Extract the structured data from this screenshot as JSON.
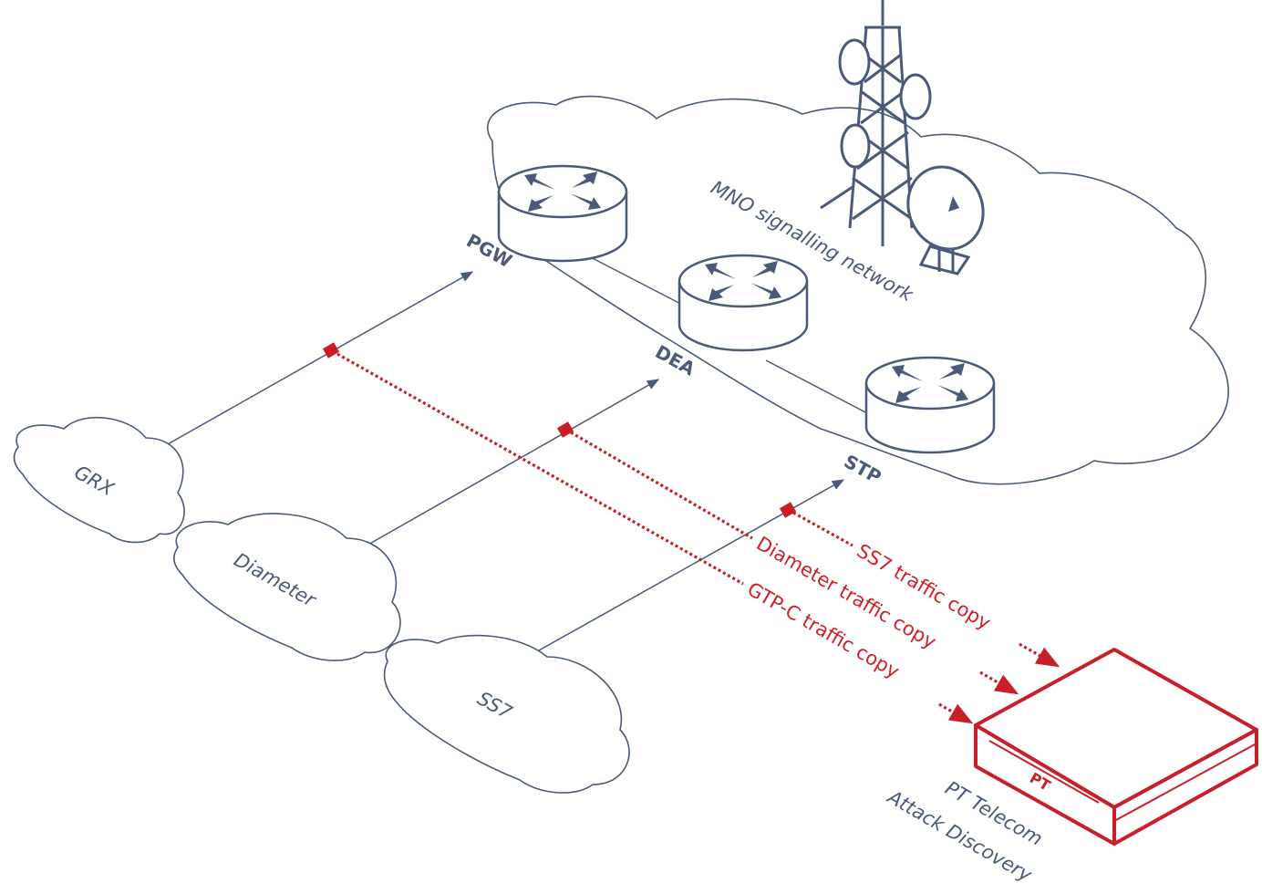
{
  "network": {
    "cloud_label": "MNO signalling network"
  },
  "nodes": {
    "pgw": "PGW",
    "dea": "DEA",
    "stp": "STP"
  },
  "sources": {
    "grx": "GRX",
    "diameter": "Diameter",
    "ss7": "SS7"
  },
  "flows": {
    "ss7_copy": "SS7 traffic copy",
    "diameter_copy": "Diameter traffic copy",
    "gtpc_copy": "GTP-C traffic copy"
  },
  "appliance": {
    "badge": "PT",
    "name_line1": "PT Telecom",
    "name_line2": "Attack Discovery"
  },
  "colors": {
    "outline": "#4b5a78",
    "accent_red": "#c81e28"
  }
}
